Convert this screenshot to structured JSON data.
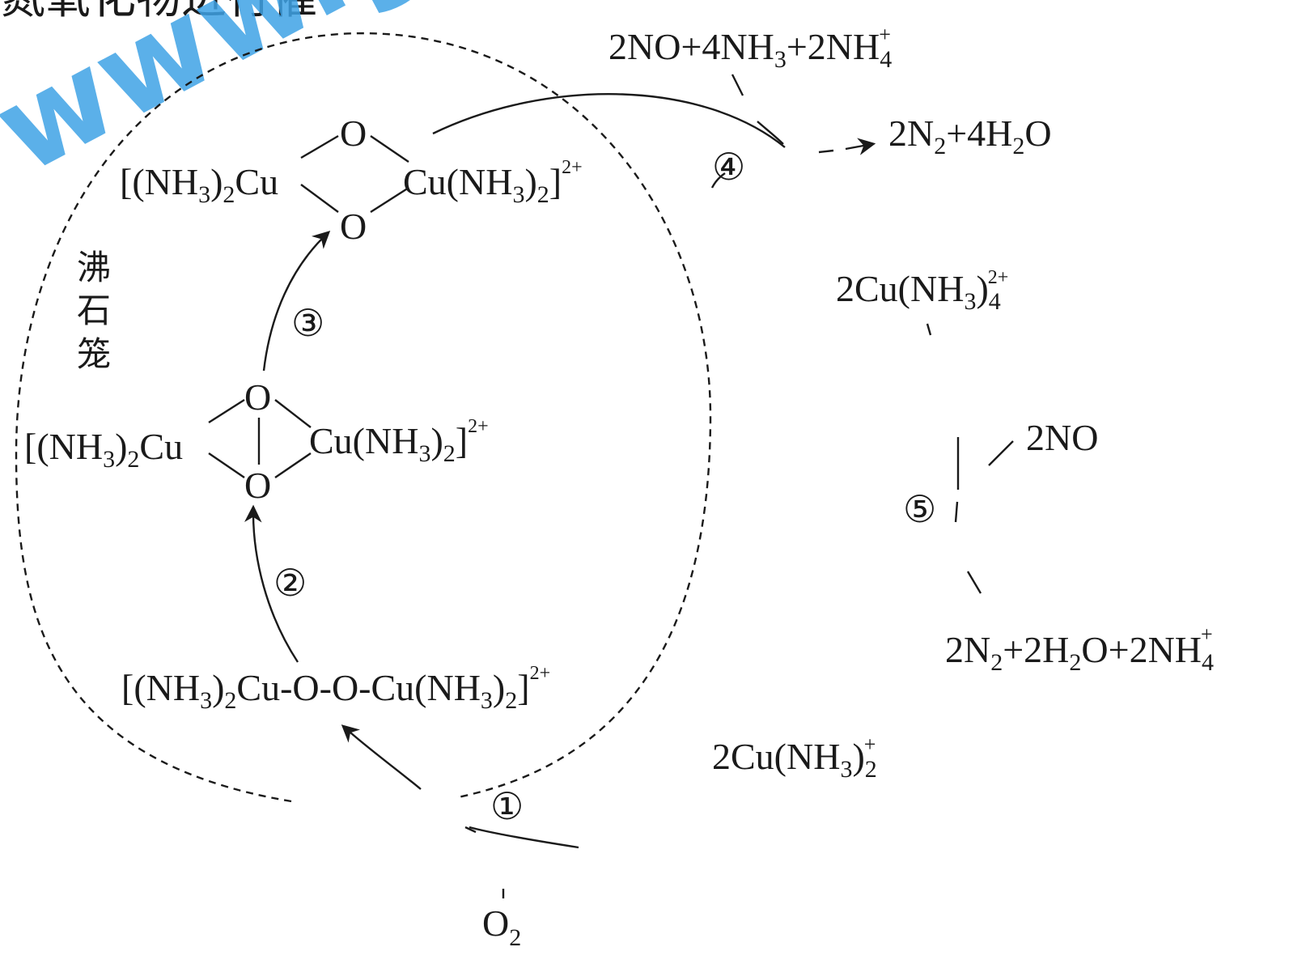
{
  "header": {
    "cropped_text": "氮氧化物进行催"
  },
  "watermark": {
    "text": "www.gaok"
  },
  "cage": {
    "label_chars": [
      "沸",
      "石",
      "笼"
    ]
  },
  "species": {
    "dimer_top": {
      "left": "[(NH",
      "left_sub": "3",
      "left_end": ")",
      "left_sub2": "2",
      "left_cu": "Cu",
      "o_top": "O",
      "o_bottom": "O",
      "right": "Cu(NH",
      "right_sub": "3",
      "right_end": ")",
      "right_sub2": "2",
      "right_br": "]",
      "charge": "2+"
    },
    "dimer_mid": {
      "left": "[(NH",
      "left_sub": "3",
      "left_end": ")",
      "left_sub2": "2",
      "left_cu": "Cu",
      "o_top": "O",
      "o_bottom": "O",
      "right": "Cu(NH",
      "right_sub": "3",
      "right_end": ")",
      "right_sub2": "2",
      "right_br": "]",
      "charge": "2+"
    },
    "peroxo": {
      "a": "[(NH",
      "a_sub": "3",
      "b": ")",
      "b_sub": "2",
      "c": "Cu-O-O-Cu(NH",
      "c_sub": "3",
      "d": ")",
      "d_sub": "2",
      "e": "]",
      "charge": "2+"
    },
    "o2": {
      "main": "O",
      "sub": "2"
    },
    "cu_nh3_2": {
      "main": "2Cu(NH",
      "sub": "3",
      "close": ")",
      "sub2": "2",
      "sup": "+"
    },
    "cu_nh3_4": {
      "main": "2Cu(NH",
      "sub": "3",
      "close": ")",
      "sub2": "4",
      "sup": "2+"
    },
    "reactants_4": {
      "a": "2NO+4NH",
      "a_sub": "3",
      "b": "+2NH",
      "b_sub": "4",
      "b_sup": "+"
    },
    "products_4": {
      "a": "2N",
      "a_sub": "2",
      "b": "+4H",
      "b_sub": "2",
      "c": "O"
    },
    "no_5": {
      "text": "2NO"
    },
    "products_5": {
      "a": "2N",
      "a_sub": "2",
      "b": "+2H",
      "b_sub": "2",
      "c": "O+2NH",
      "c_sub": "4",
      "c_sup": "+"
    }
  },
  "steps": [
    "①",
    "②",
    "③",
    "④",
    "⑤"
  ]
}
